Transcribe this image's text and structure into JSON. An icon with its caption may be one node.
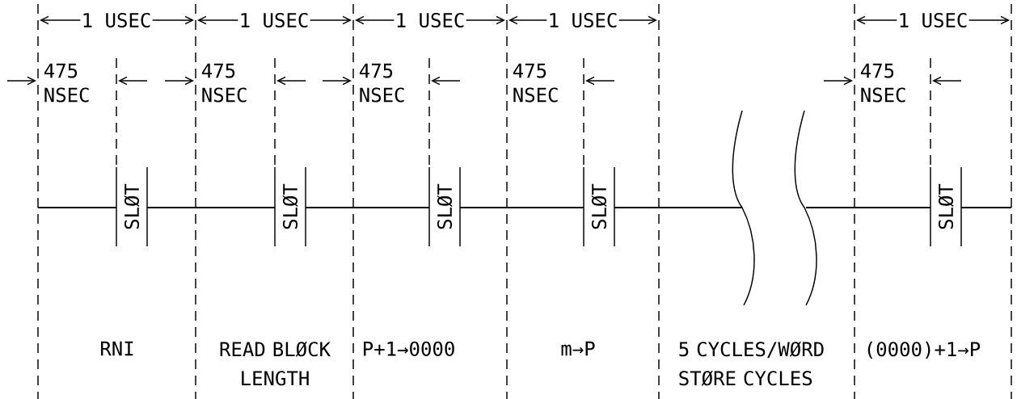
{
  "diagram": {
    "labels": [
      "1 USEC",
      "1 USEC",
      "1 USEC",
      "1 USEC",
      "1 USEC",
      "475 NSEC",
      "475 NSEC",
      "475 NSEC",
      "475 NSEC",
      "475 NSEC",
      "SLØT",
      "SLØT",
      "SLØT",
      "SLØT",
      "SLØT",
      "RNI",
      "READ BLØCK LENGTH",
      "P+1→0000",
      "m→P",
      "5 CYCLES/WØRD STØRE CYCLES",
      "(0000)+1→P"
    ]
  }
}
